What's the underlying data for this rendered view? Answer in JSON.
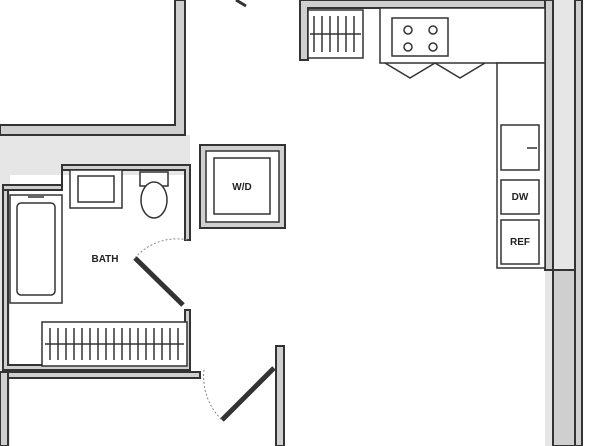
{
  "labels": {
    "bath": "BATH",
    "washer_dryer": "W/D",
    "dishwasher": "DW",
    "refrigerator": "REF"
  }
}
